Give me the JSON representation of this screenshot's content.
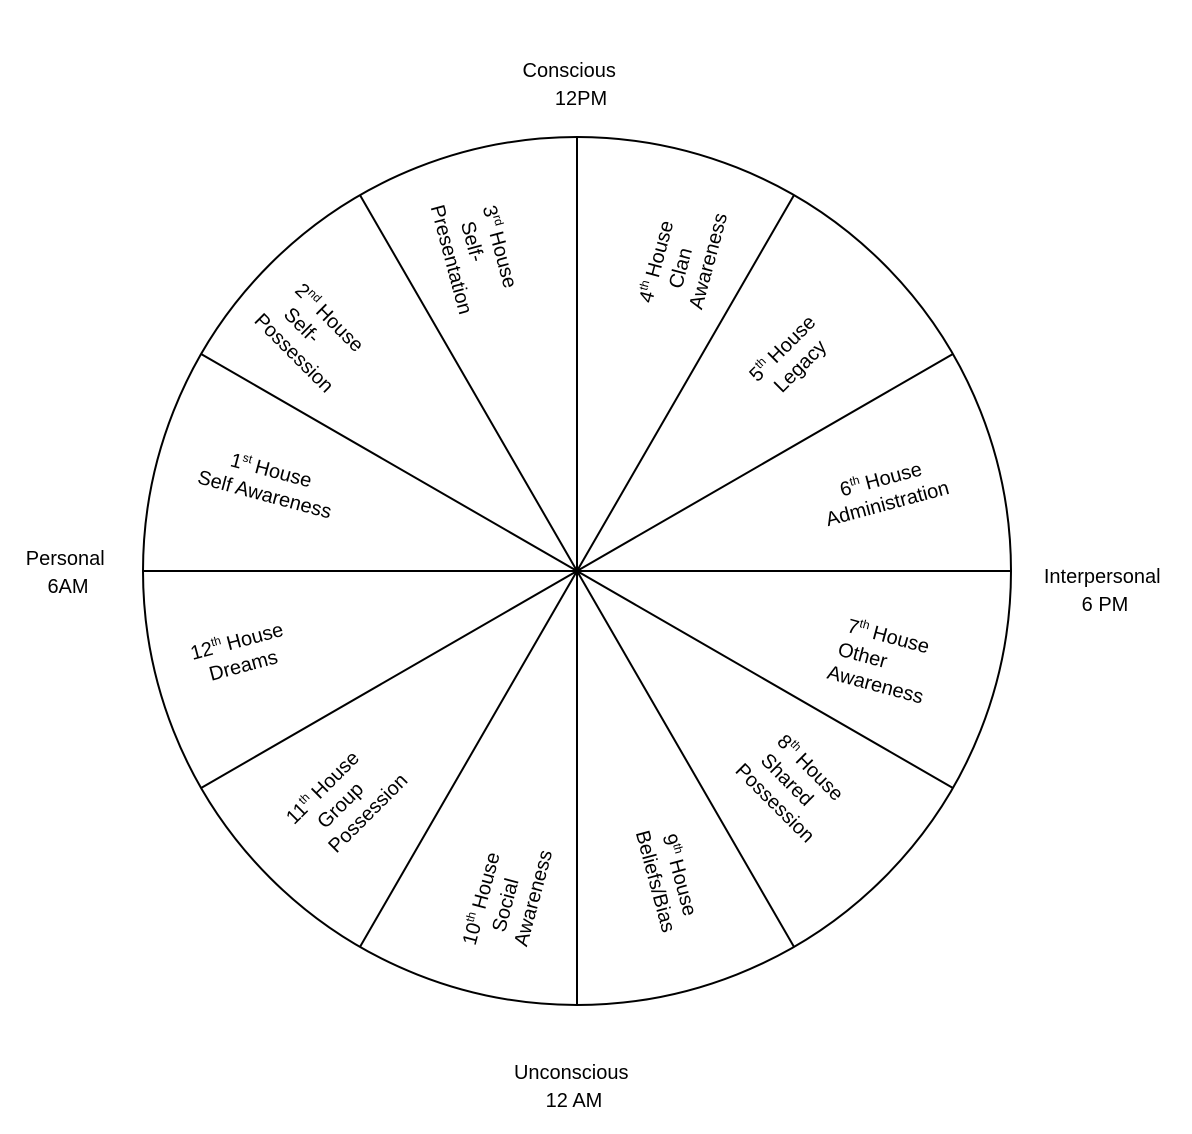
{
  "axis_labels": {
    "top": [
      "Conscious",
      "12PM"
    ],
    "bottom": [
      "Unconscious",
      "12 AM"
    ],
    "left": [
      "Personal",
      "6AM"
    ],
    "right": [
      "Interpersonal",
      "6 PM"
    ]
  },
  "houses": [
    {
      "num": "1",
      "sup": "st",
      "word": "House",
      "lines": [
        "Self Awareness"
      ]
    },
    {
      "num": "2",
      "sup": "nd",
      "word": "House",
      "lines": [
        "Self-",
        "Possession"
      ]
    },
    {
      "num": "3",
      "sup": "rd",
      "word": "House",
      "lines": [
        "Self-",
        "Presentation"
      ]
    },
    {
      "num": "4",
      "sup": "th",
      "word": "House",
      "lines": [
        "Clan",
        "Awareness"
      ]
    },
    {
      "num": "5",
      "sup": "th",
      "word": "House",
      "lines": [
        "Legacy"
      ]
    },
    {
      "num": "6",
      "sup": "th",
      "word": "House",
      "lines": [
        "Administration"
      ]
    },
    {
      "num": "7",
      "sup": "th",
      "word": "House",
      "lines": [
        "Other",
        "Awareness"
      ]
    },
    {
      "num": "8",
      "sup": "th",
      "word": "House",
      "lines": [
        "Shared",
        "Possession"
      ]
    },
    {
      "num": "9",
      "sup": "th",
      "word": "House",
      "lines": [
        "Beliefs/Bias"
      ]
    },
    {
      "num": "10",
      "sup": "th",
      "word": "House",
      "lines": [
        "Social",
        "Awareness"
      ]
    },
    {
      "num": "11",
      "sup": "th",
      "word": "House",
      "lines": [
        "Group",
        "Possession"
      ]
    },
    {
      "num": "12",
      "sup": "th",
      "word": "House",
      "lines": [
        "Dreams"
      ]
    }
  ]
}
